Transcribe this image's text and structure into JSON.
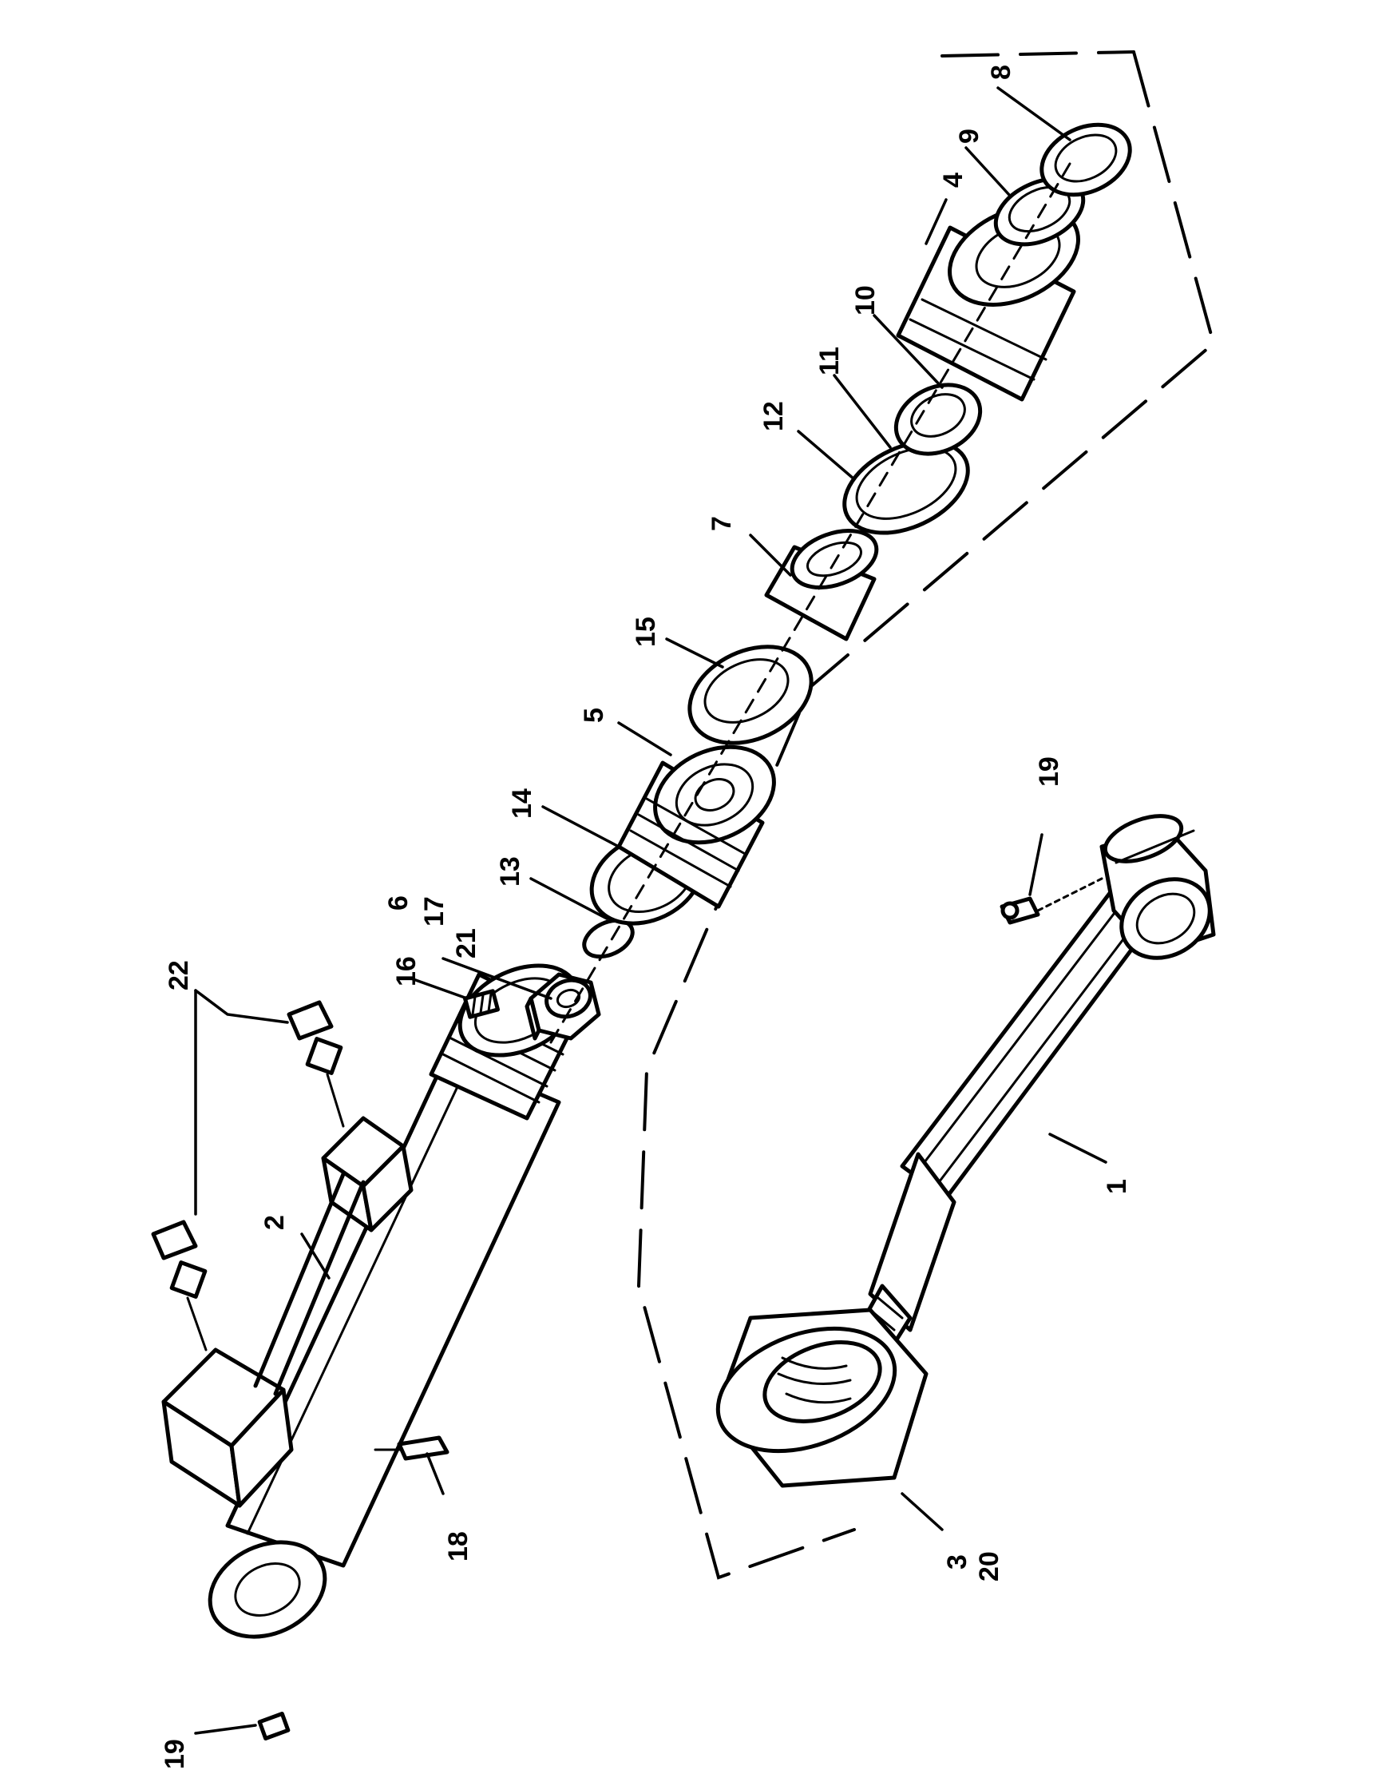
{
  "diagram": {
    "callouts": [
      {
        "id": "1",
        "text": "1"
      },
      {
        "id": "2",
        "text": "2"
      },
      {
        "id": "3",
        "text": "3"
      },
      {
        "id": "20",
        "text": "20"
      },
      {
        "id": "4",
        "text": "4"
      },
      {
        "id": "5",
        "text": "5"
      },
      {
        "id": "6",
        "text": "6"
      },
      {
        "id": "17",
        "text": "17"
      },
      {
        "id": "21",
        "text": "21"
      },
      {
        "id": "7",
        "text": "7"
      },
      {
        "id": "8",
        "text": "8"
      },
      {
        "id": "9",
        "text": "9"
      },
      {
        "id": "10",
        "text": "10"
      },
      {
        "id": "11",
        "text": "11"
      },
      {
        "id": "12",
        "text": "12"
      },
      {
        "id": "13",
        "text": "13"
      },
      {
        "id": "14",
        "text": "14"
      },
      {
        "id": "15",
        "text": "15"
      },
      {
        "id": "16",
        "text": "16"
      },
      {
        "id": "18",
        "text": "18"
      },
      {
        "id": "19a",
        "text": "19"
      },
      {
        "id": "19b",
        "text": "19"
      },
      {
        "id": "22",
        "text": "22"
      }
    ]
  }
}
